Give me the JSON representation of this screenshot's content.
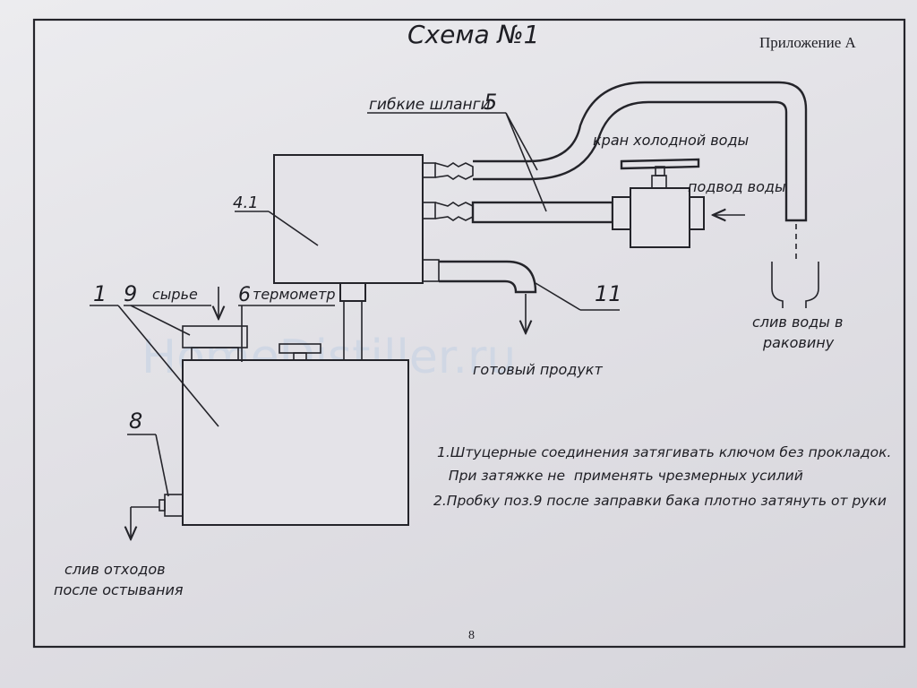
{
  "title": "Схема №1",
  "appendix": "Приложение А",
  "page_number": "8",
  "watermark": "HomeDistiller.ru",
  "labels": {
    "flexible_hoses": "гибкие шланги",
    "hoses_pos": "5",
    "cold_water_valve": "кран холодной воды",
    "water_supply": "подвод воды",
    "box_41": "4.1",
    "pos_1": "1",
    "pos_9": "9",
    "raw": "сырье",
    "pos_6": "6",
    "thermometer": "термометр",
    "pos_11": "11",
    "product": "готовый продукт",
    "drain_sink_1": "слив воды в",
    "drain_sink_2": "раковину",
    "pos_8": "8",
    "waste_1": "слив отходов",
    "waste_2": "после остывания"
  },
  "notes": [
    "1.Штуцерные соединения  затягивать ключом без прокладок.",
    " При затяжке не  применять чрезмерных усилий",
    "2.Пробку поз.9 после заправки бака плотно затянуть от руки"
  ],
  "colors": {
    "ink": "#1e1e24",
    "paper": "#e6e5ea",
    "watermark": "#c7d3e4"
  }
}
